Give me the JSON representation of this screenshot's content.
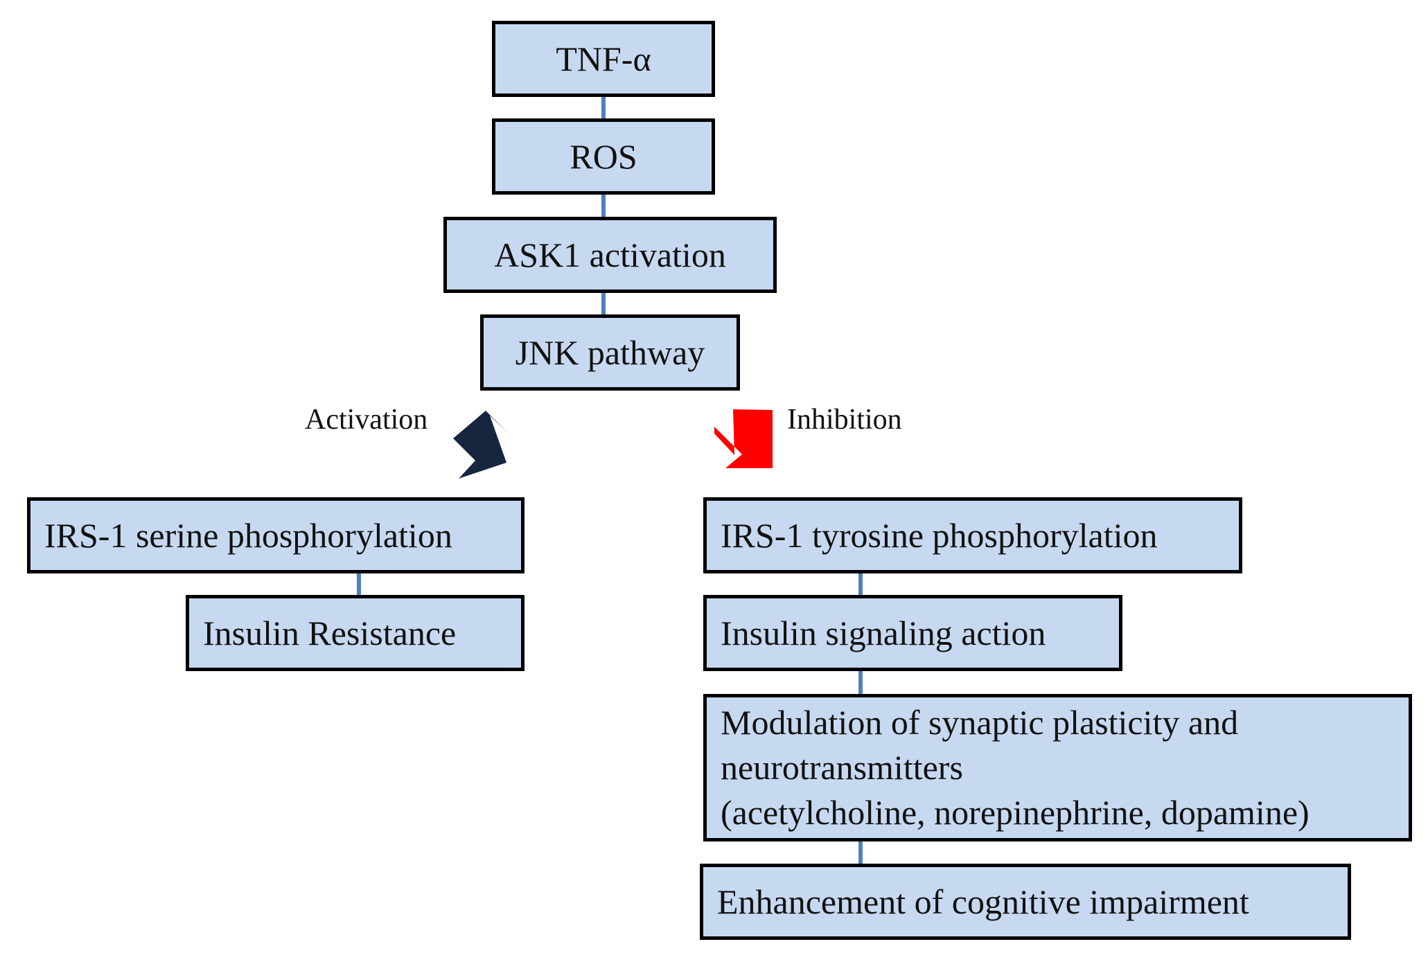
{
  "colors": {
    "box_fill": "#c6d9f1",
    "box_border": "#000000",
    "connector": "#4f81bd",
    "activation_arrow": "#17263f",
    "inhibition_arrow": "#ff0000"
  },
  "nodes": {
    "tnf": "TNF-α",
    "ros": "ROS",
    "ask1": "ASK1 activation",
    "jnk": "JNK pathway",
    "irs_serine": "IRS-1 serine phosphorylation",
    "insulin_resistance": "Insulin Resistance",
    "irs_tyrosine": "IRS-1 tyrosine phosphorylation",
    "insulin_signaling": "Insulin signaling action",
    "modulation": {
      "line1": "Modulation of synaptic plasticity and",
      "line2": "neurotransmitters",
      "line3": "(acetylcholine, norepinephrine, dopamine)"
    },
    "enhancement": "Enhancement of cognitive impairment"
  },
  "labels": {
    "activation": "Activation",
    "inhibition": "Inhibition"
  }
}
